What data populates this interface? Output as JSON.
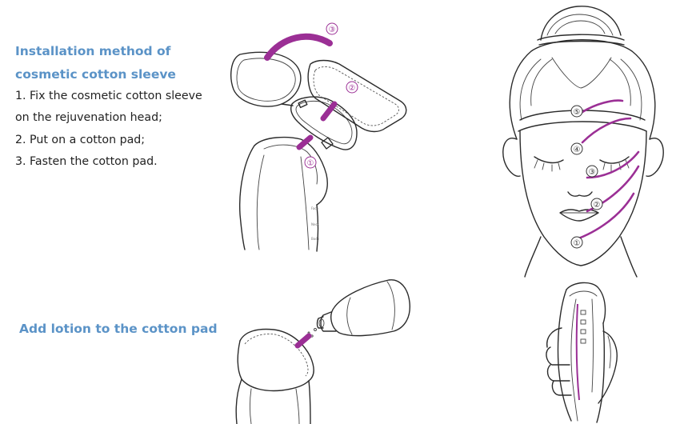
{
  "install": {
    "title_line1": "Installation method of",
    "title_line2": "cosmetic cotton sleeve",
    "steps": [
      "1. Fix the cosmetic cotton sleeve",
      "on the rejuvenation head;",
      "2. Put on a cotton pad;",
      "3. Fasten the cotton pad."
    ]
  },
  "lotion": {
    "title": "Add lotion to the cotton pad"
  },
  "diagram_install": {
    "markers": [
      "①",
      "②",
      "③"
    ],
    "device_labels": [
      "Face",
      "Neck",
      "Body"
    ]
  },
  "diagram_face": {
    "markers": [
      "①",
      "②",
      "③",
      "④",
      "⑤"
    ]
  },
  "colors": {
    "heading": "#5b93c7",
    "accent": "#9b2f95",
    "text": "#222222"
  }
}
